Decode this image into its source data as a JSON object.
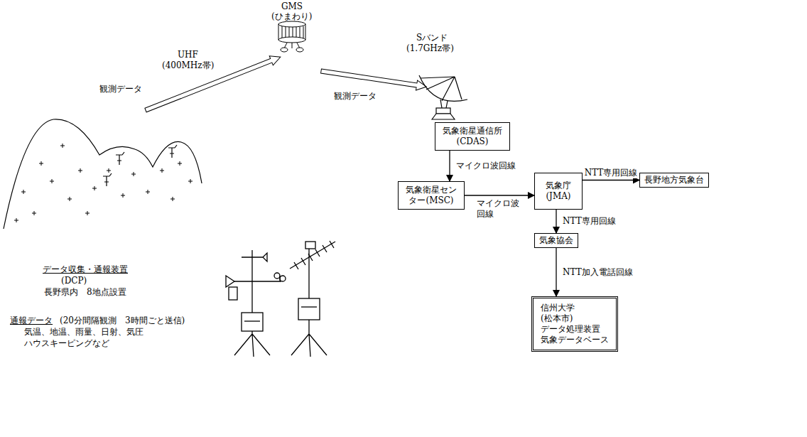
{
  "diagram": {
    "nodes": [
      {
        "text": [
          "気象衛星通信所 (CDAS)"
        ]
      },
      {
        "text": [
          "気象衛星センター(MSC)"
        ]
      },
      {
        "text": [
          "気象庁 (JMA)"
        ]
      },
      {
        "text": [
          "長野地方気象台"
        ]
      },
      {
        "text": [
          "気象協会"
        ]
      },
      {
        "text": [
          "信州大学",
          "(松本市)",
          "データ処理装置",
          "気象データベース"
        ]
      }
    ],
    "edges": [
      {
        "from": 0,
        "to": 1,
        "arrow": "to",
        "label": "マイクロ波回線"
      },
      {
        "from": 1,
        "to": 2,
        "arrow": "to",
        "label": "マイクロ波 回線"
      },
      {
        "from": 2,
        "to": 3,
        "arrow": "to",
        "label": "NTT専用回線"
      },
      {
        "from": 2,
        "to": 4,
        "arrow": "to",
        "label": "NTT専用回線"
      },
      {
        "from": 4,
        "to": 5,
        "arrow": "to",
        "label": "NTT加入電話回線"
      }
    ],
    "labels": [
      "GMS",
      "(ひまわり)",
      "UHF",
      "(400MHz帯)",
      "観測データ",
      "Sバンド",
      "(1.7GHz帯)",
      "観測データ",
      "データ収集・通報装置",
      "(DCP)",
      "長野県内　8地点設置",
      "通報データ",
      "(20分間隔観測　3時間ごと送信)",
      "気温、地温、雨量、日射、気圧",
      "ハウスキーピングなど"
    ]
  }
}
